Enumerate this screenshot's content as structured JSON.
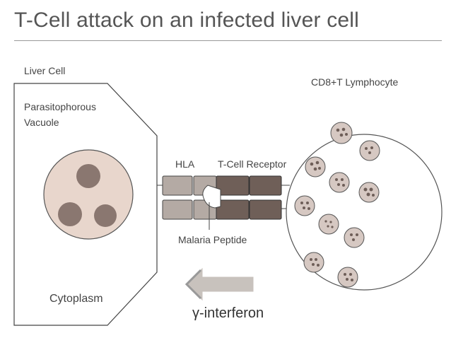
{
  "title": "T-Cell attack on an infected liver cell",
  "labels": {
    "liver_cell": "Liver Cell",
    "vacuole": "Parasitophorous\nVacuole",
    "cytoplasm": "Cytoplasm",
    "hla": "HLA",
    "tcell_receptor": "T-Cell Receptor",
    "malaria_peptide": "Malaria Peptide",
    "lymphocyte": "CD8+T Lymphocyte",
    "interferon": "γ-interferon"
  },
  "colors": {
    "vacuole_fill": "#e8d6cc",
    "parasite_fill": "#8a7770",
    "hla_fill": "#b4aaa4",
    "receptor_fill": "#6f5f58",
    "arrow_fill": "#c8c2bd",
    "outline": "#444444"
  }
}
